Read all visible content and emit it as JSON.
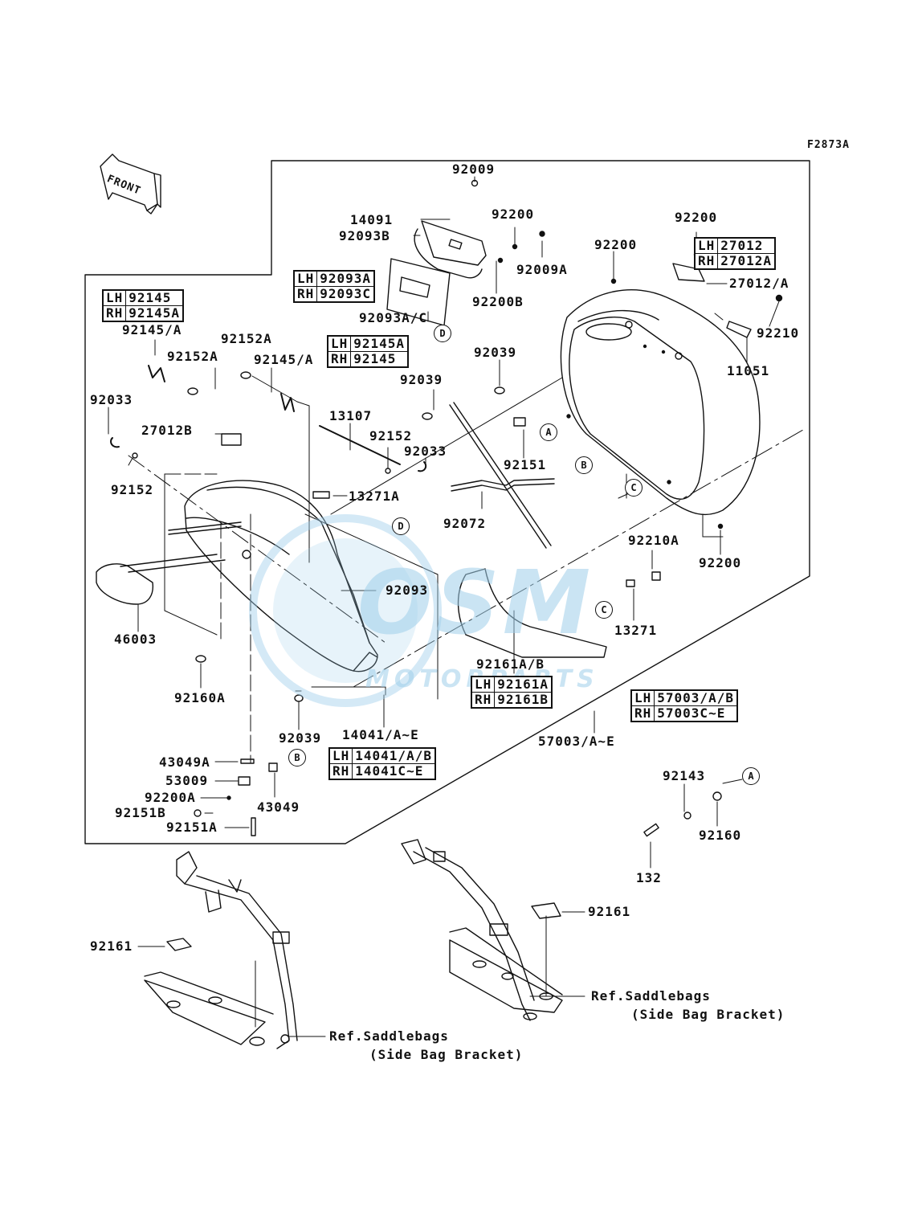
{
  "figure_code": "F2873A",
  "front_arrow_label": "FRONT",
  "watermark": {
    "brand": "OSM",
    "sub": "MOTORPARTS"
  },
  "part_labels": {
    "p92009": "92009",
    "p14091": "14091",
    "p92093B": "92093B",
    "p92200_a": "92200",
    "p92009A": "92009A",
    "p92200B": "92200B",
    "p92093AC": "92093A/C",
    "p92200_b": "92200",
    "p92200_c": "92200",
    "p27012A_line": "27012/A",
    "p92210": "92210",
    "p11051": "11051",
    "p92145A_1": "92145/A",
    "p92152A_1": "92152A",
    "p92152A_2": "92152A",
    "p92145A_2": "92145/A",
    "p92033_1": "92033",
    "p27012B": "27012B",
    "p13107": "13107",
    "p92152_1": "92152",
    "p92033_2": "92033",
    "p92152_2": "92152",
    "p13271A": "13271A",
    "p92039_1": "92039",
    "p92039_2": "92039",
    "p92151": "92151",
    "p92072": "92072",
    "p92200_d": "92200",
    "p92210A": "92210A",
    "p13271": "13271",
    "p92093": "92093",
    "p46003": "46003",
    "p92161AB": "92161A/B",
    "p92160A": "92160A",
    "p92039_3": "92039",
    "p14041": "14041/A~E",
    "p57003": "57003/A~E",
    "p43049A": "43049A",
    "p53009": "53009",
    "p92200A": "92200A",
    "p92151B": "92151B",
    "p43049": "43049",
    "p92151A": "92151A",
    "p92143": "92143",
    "p92160": "92160",
    "p132": "132",
    "p92161_r": "92161",
    "p92161_l": "92161",
    "ref_right_1": "Ref.Saddlebags",
    "ref_right_2": "(Side Bag Bracket)",
    "ref_left_1": "Ref.Saddlebags",
    "ref_left_2": "(Side Bag Bracket)"
  },
  "lh_rh_tables": {
    "t92093": {
      "lh": "LH",
      "lh_val": "92093A",
      "rh": "RH",
      "rh_val": "92093C"
    },
    "t27012": {
      "lh": "LH",
      "lh_val": "27012",
      "rh": "RH",
      "rh_val": "27012A"
    },
    "t92145L": {
      "lh": "LH",
      "lh_val": "92145",
      "rh": "RH",
      "rh_val": "92145A"
    },
    "t92145M": {
      "lh": "LH",
      "lh_val": "92145A",
      "rh": "RH",
      "rh_val": "92145"
    },
    "t92161": {
      "lh": "LH",
      "lh_val": "92161A",
      "rh": "RH",
      "rh_val": "92161B"
    },
    "t57003": {
      "lh": "LH",
      "lh_val": "57003/A/B",
      "rh": "RH",
      "rh_val": "57003C~E"
    },
    "t14041": {
      "lh": "LH",
      "lh_val": "14041/A/B",
      "rh": "RH",
      "rh_val": "14041C~E"
    }
  },
  "callouts": {
    "A": "A",
    "B": "B",
    "C": "C",
    "D": "D"
  }
}
